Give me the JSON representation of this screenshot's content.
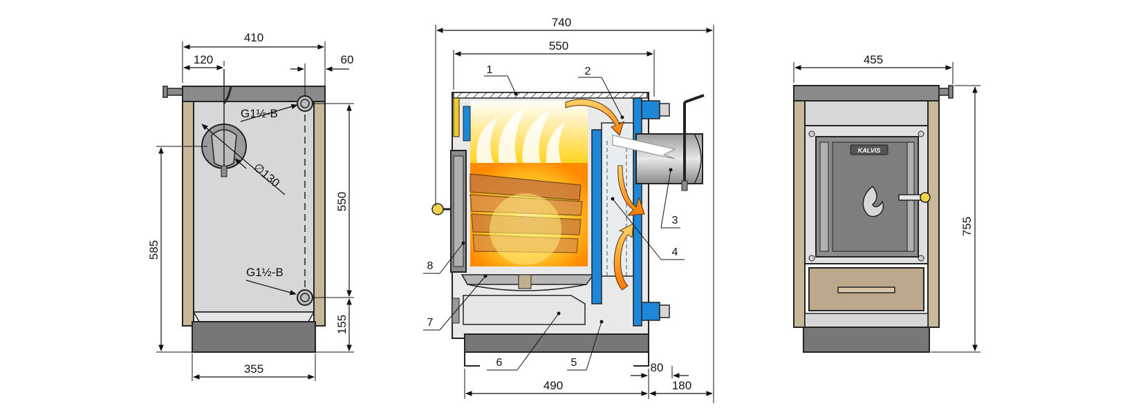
{
  "colors": {
    "frame": "#c8b89a",
    "body": "#d7d7d7",
    "top_plate": "#8a8a8a",
    "base": "#777777",
    "water_jacket": "#1e88d8",
    "fire_core": "#ffd21a",
    "fire_edge": "#ff8a00",
    "wood": "#c9773a",
    "ash_drawer": "#bca88a",
    "door": "#8c8c8c",
    "outline": "#222222"
  },
  "icons": {
    "flame": "flame-logo-icon",
    "knob": "knob-icon",
    "arrow": "smoke-flow-arrow-icon"
  },
  "side_view": {
    "dims": {
      "width_top": "410",
      "offset_left": "120",
      "offset_right": "60",
      "height_conn": "550",
      "height_flue": "585",
      "height_bottom": "155",
      "width_bottom": "355",
      "diameter": "∅130"
    },
    "connections": {
      "top": "G1½-B",
      "bottom": "G1½-B"
    }
  },
  "section_view": {
    "dims": {
      "width_total": "740",
      "width_body": "550",
      "width_base": "490",
      "flue_offset": "180",
      "leg_offset": "80"
    },
    "callouts": [
      "1",
      "2",
      "3",
      "4",
      "5",
      "6",
      "7",
      "8"
    ]
  },
  "front_view": {
    "dims": {
      "width": "455",
      "height": "755"
    },
    "brand": "KALVIS"
  }
}
